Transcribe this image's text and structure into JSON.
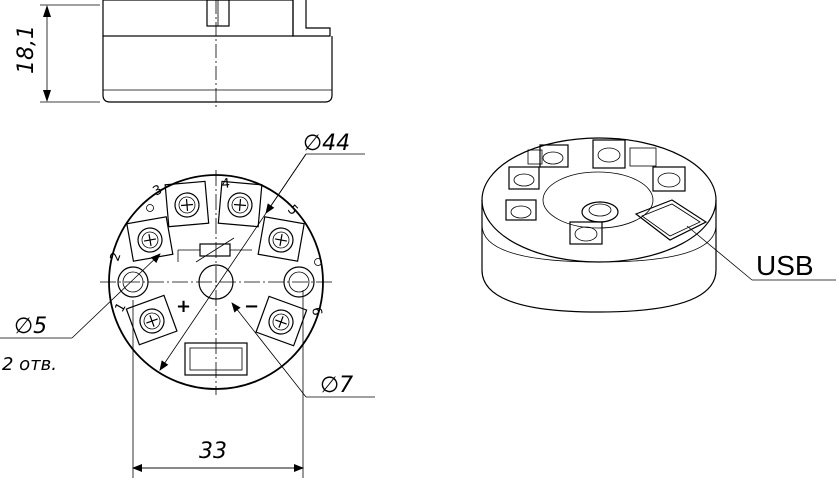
{
  "dimensions": {
    "height": "18,1",
    "outer_diameter": "∅44",
    "hole_diameter": "∅5",
    "hole_count": "2 отв.",
    "center_hole_diameter": "∅7",
    "hole_spacing": "33"
  },
  "terminals": [
    "1",
    "2",
    "3",
    "4",
    "5",
    "6"
  ],
  "polarity": {
    "plus": "+",
    "minus": "−"
  },
  "callout": {
    "usb": "USB"
  }
}
